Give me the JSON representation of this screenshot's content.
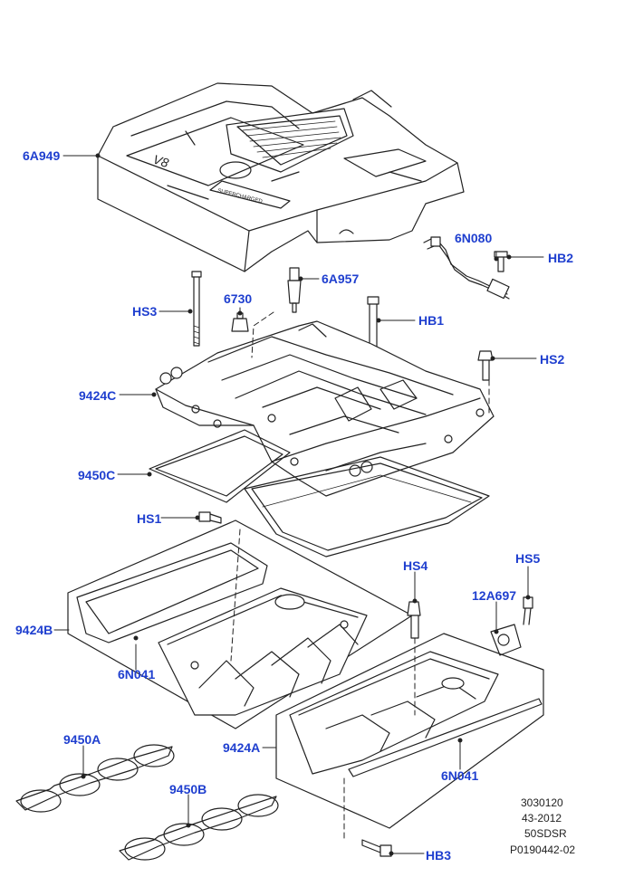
{
  "callouts": {
    "c6A949": "6A949",
    "c6N080": "6N080",
    "cHB2": "HB2",
    "c6A957": "6A957",
    "c6730": "6730",
    "cHS3": "HS3",
    "cHB1": "HB1",
    "cHS2": "HS2",
    "c9424C": "9424C",
    "c9450C": "9450C",
    "cHS1": "HS1",
    "cHS4": "HS4",
    "cHS5": "HS5",
    "c12A697": "12A697",
    "c9424B": "9424B",
    "c6N041a": "6N041",
    "c9424A": "9424A",
    "c6N041b": "6N041",
    "c9450A": "9450A",
    "c9450B": "9450B",
    "cHB3": "HB3"
  },
  "cover_text": {
    "v8": "V8",
    "brand": "SUPERCHARGED"
  },
  "reference": {
    "line1": "3030120",
    "line2": "43-2012",
    "line3": "50SDSR",
    "line4": "P0190442-02"
  },
  "colors": {
    "callout_text": "#1f3fcf",
    "line_art": "#222222"
  }
}
